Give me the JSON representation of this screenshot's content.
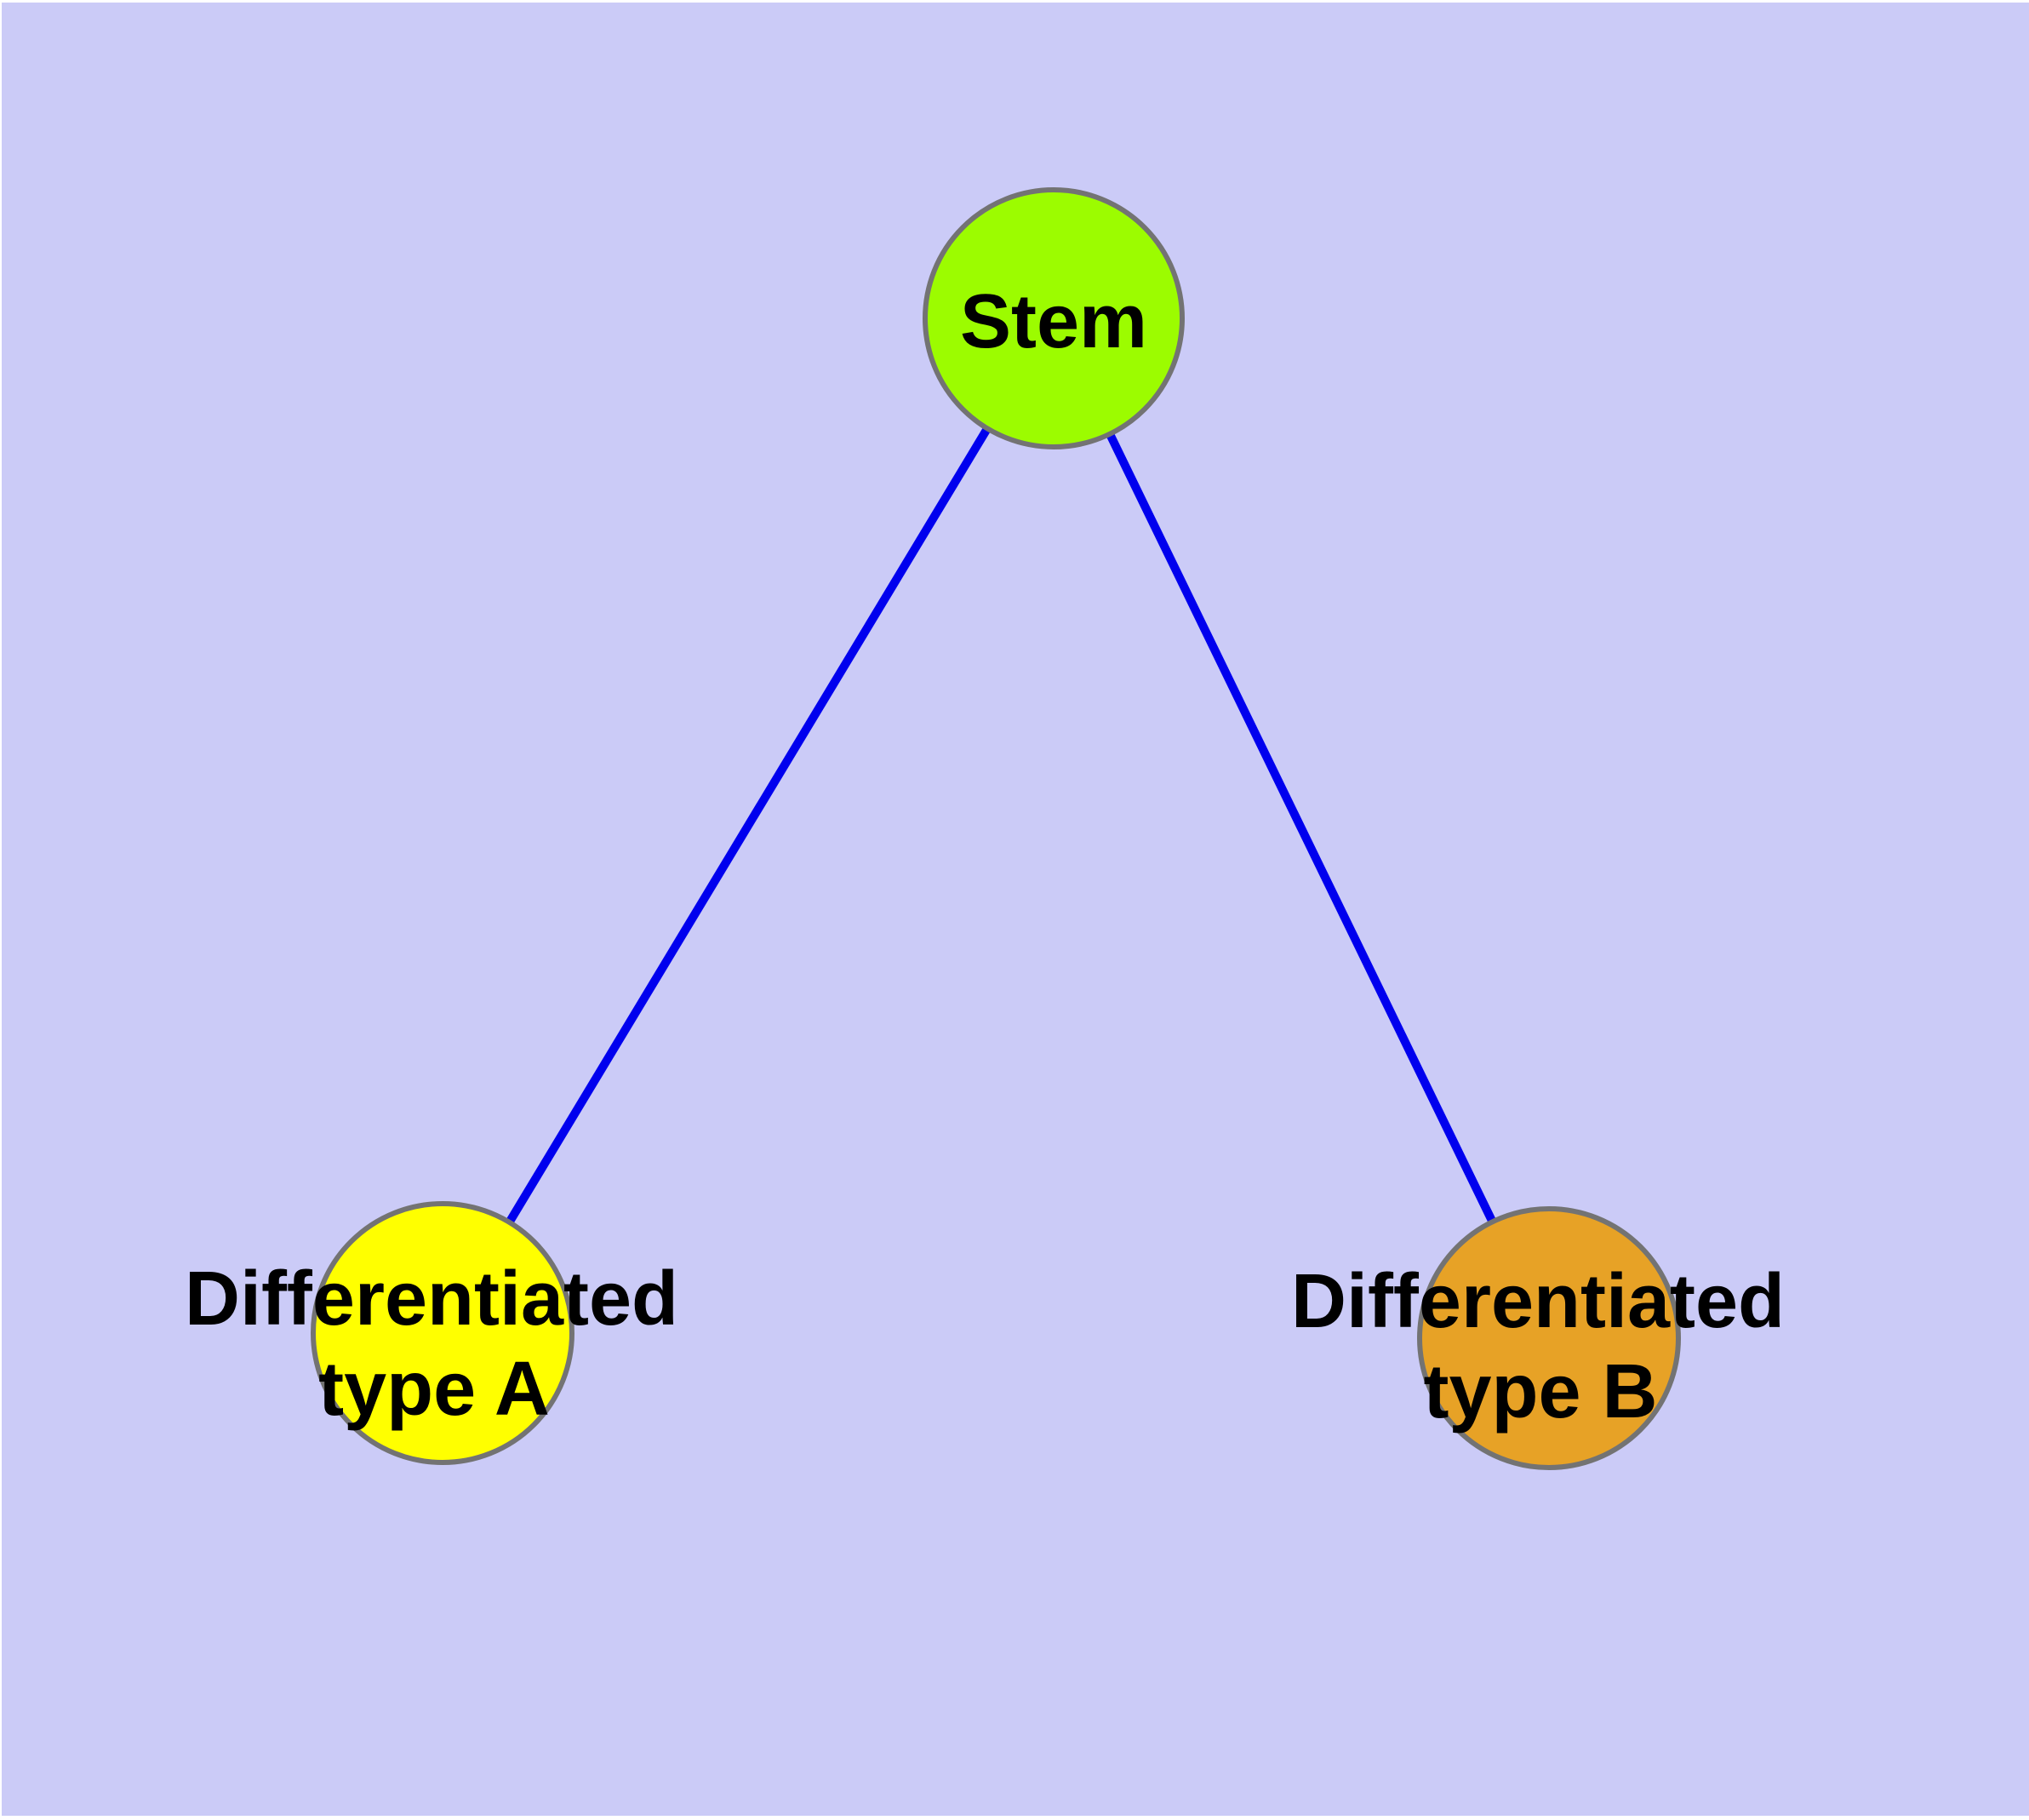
{
  "diagram": {
    "kind": "undirected-graph",
    "background_color": "#CBCBF7",
    "edge_color": "#0000EE",
    "node_border_color": "#737373",
    "label_color": "#000000",
    "nodes": [
      {
        "id": "stem",
        "label": "Stem",
        "fill_color": "#9CFC00"
      },
      {
        "id": "differentiated-type-a",
        "label_line1": "Differentiated",
        "label_line2": "type A",
        "fill_color": "#FFFF00"
      },
      {
        "id": "differentiated-type-b",
        "label_line1": "Differentiated",
        "label_line2": "type B",
        "fill_color": "#E7A226"
      }
    ],
    "edges": [
      {
        "from": "stem",
        "to": "differentiated-type-a"
      },
      {
        "from": "stem",
        "to": "differentiated-type-b"
      }
    ]
  }
}
